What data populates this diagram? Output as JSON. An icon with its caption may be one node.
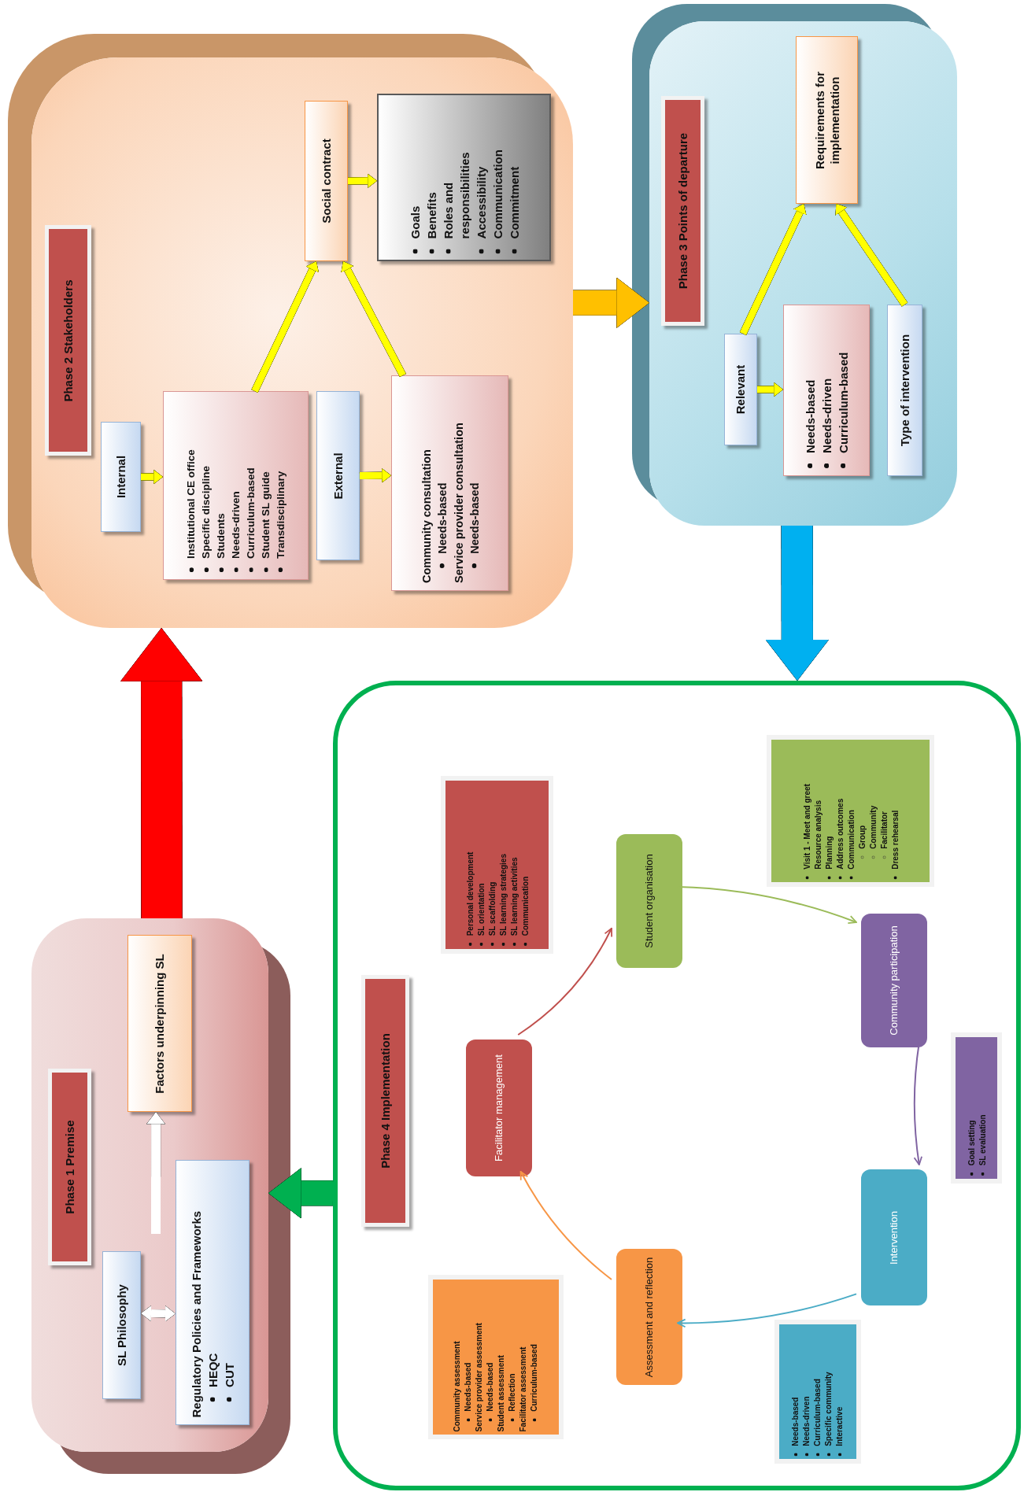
{
  "diagram": {
    "nodes": [
      {
        "text": [],
        "shape": "box"
      },
      {
        "text": [
          "Phase 2 Stakeholders"
        ],
        "in": 0
      },
      {
        "text": [
          "Internal"
        ],
        "in": 0
      },
      {
        "text": [
          "Institutional CE office",
          "Specific discipline",
          "Students",
          "Needs-driven",
          "Curriculum-based",
          "Student SL guide",
          "Transdisciplinary"
        ],
        "in": 0
      },
      {
        "text": [
          "External"
        ],
        "in": 0
      },
      {
        "text": [
          "Community consultation",
          "Needs-based",
          "Service provider consultation",
          "Needs-based"
        ],
        "in": 0
      },
      {
        "text": [
          "Social contract"
        ],
        "in": 0
      },
      {
        "text": [
          "Goals",
          "Benefits",
          "Roles and responsibilities",
          "Accessibility",
          "Communication",
          "Commitment"
        ],
        "in": 0
      },
      {
        "text": [],
        "shape": "box"
      },
      {
        "text": [
          "Phase 3 Points of departure"
        ],
        "in": 8
      },
      {
        "text": [
          "Requirements for implementation"
        ],
        "in": 8
      },
      {
        "text": [
          "Relevant"
        ],
        "in": 8
      },
      {
        "text": [
          "Needs-based",
          "Needs-driven",
          "Curriculum-based"
        ],
        "in": 8
      },
      {
        "text": [
          "Type of intervention"
        ],
        "in": 8
      },
      {
        "text": [],
        "shape": "box"
      },
      {
        "text": [
          "Phase 1 Premise"
        ],
        "in": 14
      },
      {
        "text": [
          "Factors underpinning SL"
        ],
        "in": 14
      },
      {
        "text": [
          "SL Philosophy"
        ],
        "in": 14
      },
      {
        "text": [
          "Regulatory Policies and Frameworks",
          "HEQC",
          "CUT"
        ],
        "in": 14
      },
      {
        "text": [],
        "shape": "box"
      },
      {
        "text": [
          "Phase 4 Implementation"
        ],
        "in": 19
      },
      {
        "text": [
          "Personal development",
          "SL orientation",
          "SL scaffolding",
          "SL learning strategies",
          "SL learning activities",
          "Communication"
        ],
        "in": 19
      },
      {
        "text": [
          "Facilitator management"
        ],
        "in": 19
      },
      {
        "text": [
          "Student organisation"
        ],
        "in": 19
      },
      {
        "text": [
          "Visit 1 - Meet and greet",
          "Resource analysis",
          "Planning",
          "Address outcomes",
          "Communication",
          "Group",
          "Community",
          "Facilitator",
          "Dress rehearsal"
        ],
        "in": 19
      },
      {
        "text": [
          "Community participation"
        ],
        "in": 19
      },
      {
        "text": [
          "Goal setting",
          "SL evaluation"
        ],
        "in": 19
      },
      {
        "text": [
          "Intervention"
        ],
        "in": 19
      },
      {
        "text": [
          "Needs-based",
          "Needs-driven",
          "Curriculum-based",
          "Specific community",
          "Interactive"
        ],
        "in": 19
      },
      {
        "text": [
          "Assessment and reflection"
        ],
        "in": 19
      },
      {
        "text": [
          "Community assessment",
          "Needs-based",
          "Service provider assessment",
          "Needs-based",
          "Student assessment",
          "Reflection",
          "Facilitator assessment",
          "Curriculum-based"
        ],
        "in": 19
      }
    ],
    "edges": [
      {
        "from": 2,
        "to": 3,
        "arrow": "to"
      },
      {
        "from": 4,
        "to": 5,
        "arrow": "to"
      },
      {
        "from": 6,
        "to": 7,
        "arrow": "to"
      },
      {
        "from": 3,
        "to": 6,
        "arrow": "to"
      },
      {
        "from": 5,
        "to": 6,
        "arrow": "to"
      },
      {
        "from": 11,
        "to": 12,
        "arrow": "to"
      },
      {
        "from": 11,
        "to": 10,
        "arrow": "to"
      },
      {
        "from": 13,
        "to": 10,
        "arrow": "to"
      },
      {
        "from": 0,
        "to": 8,
        "arrow": "to",
        "style": "thick",
        "color": "#ffc000"
      },
      {
        "from": 8,
        "to": 19,
        "arrow": "to",
        "style": "thick",
        "color": "#00b0f0"
      },
      {
        "from": 19,
        "to": 14,
        "arrow": "to",
        "style": "thick",
        "color": "#00b050"
      },
      {
        "from": 14,
        "to": 0,
        "arrow": "to",
        "style": "thick",
        "color": "#ff0000"
      },
      {
        "from": null,
        "to": 16,
        "arrow": "to",
        "color": "#ffffff"
      },
      {
        "from": 17,
        "to": 18,
        "arrow": "both",
        "color": "#ffffff"
      },
      {
        "from": 22,
        "to": 23,
        "arrow": "to",
        "color": "#c0504d"
      },
      {
        "from": 23,
        "to": 25,
        "arrow": "to",
        "color": "#9bbb59"
      },
      {
        "from": 25,
        "to": 27,
        "arrow": "to",
        "color": "#8064a2"
      },
      {
        "from": 27,
        "to": 29,
        "arrow": "to",
        "color": "#4bacc6"
      },
      {
        "from": 29,
        "to": 22,
        "arrow": "to",
        "color": "#f79646"
      }
    ]
  }
}
